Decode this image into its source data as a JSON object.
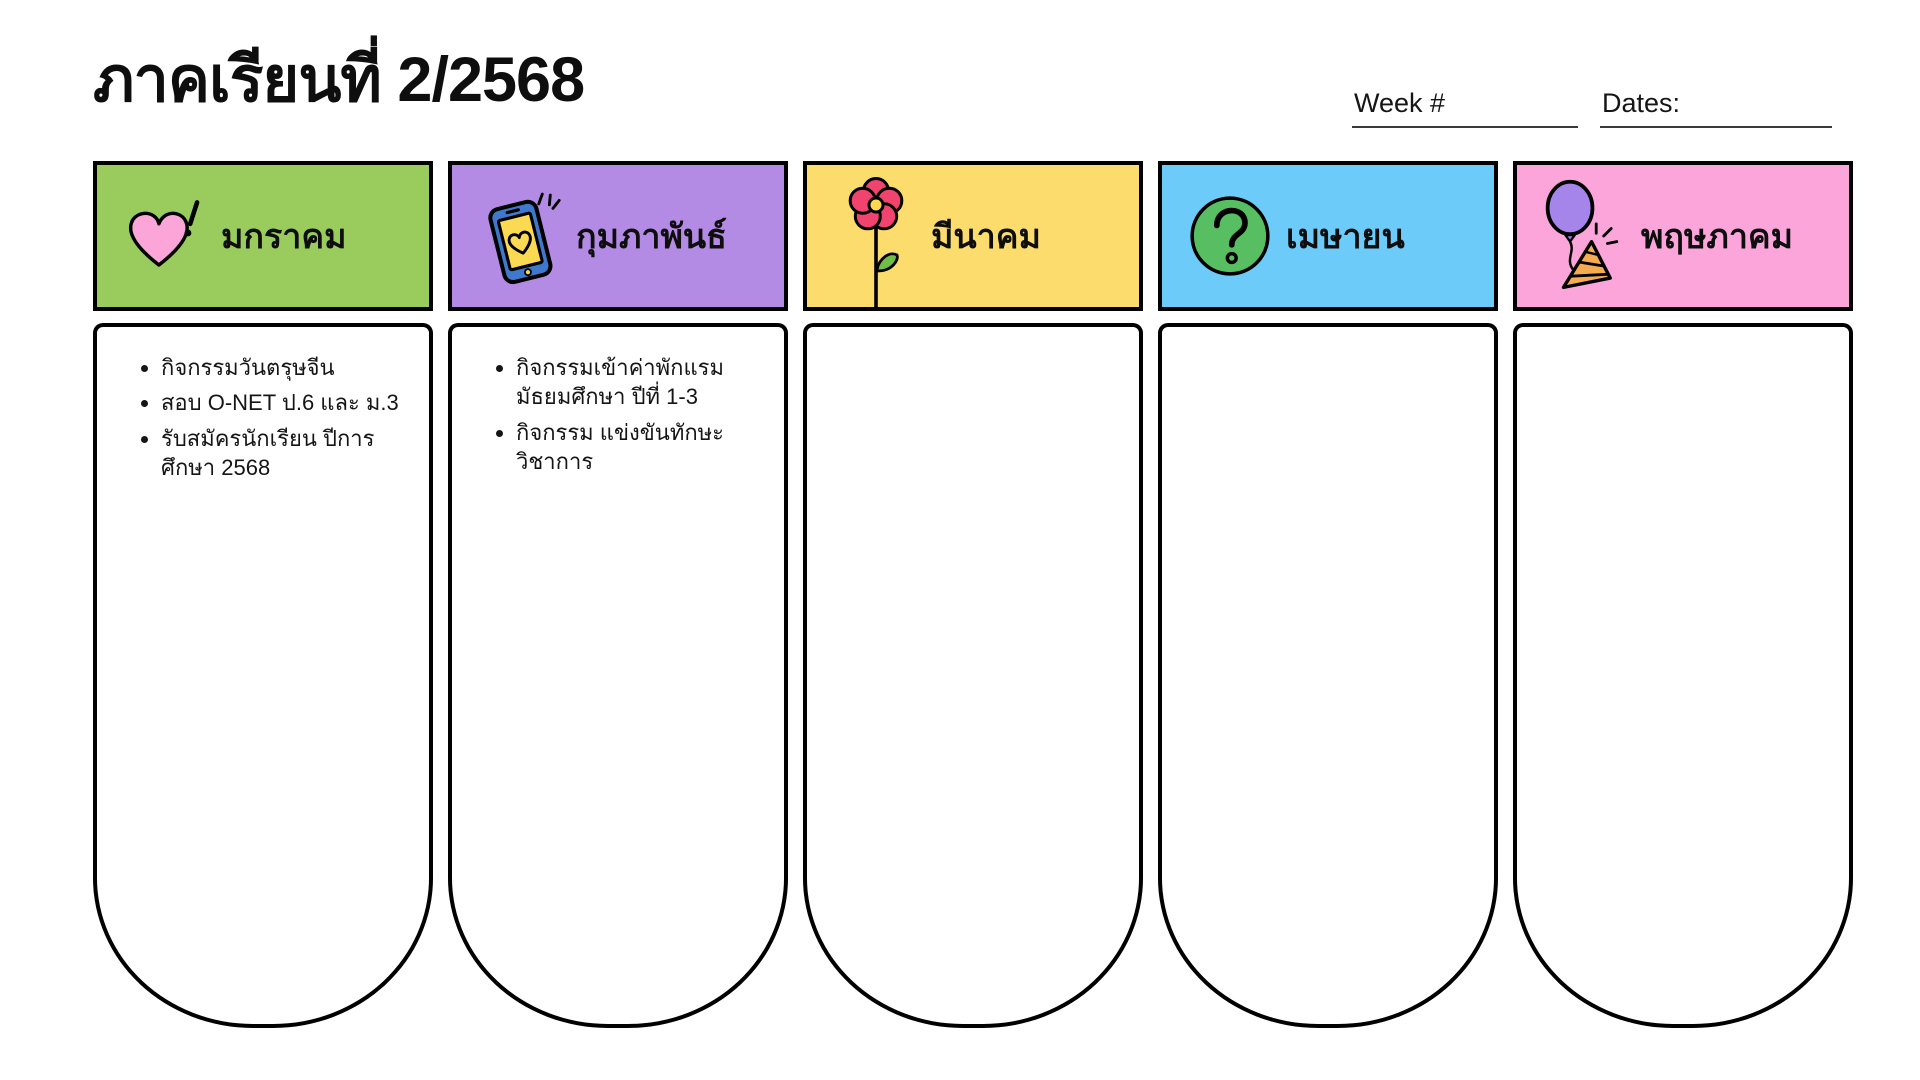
{
  "page": {
    "title": "ภาคเรียนที่ 2/2568",
    "week_label": "Week #",
    "dates_label": "Dates:",
    "background_color": "#ffffff",
    "border_color": "#000000"
  },
  "columns": [
    {
      "month": "มกราคม",
      "icon": "heart-exclamation-icon",
      "header_color": "#99CC5C",
      "items": [
        "กิจกรรมวันตรุษจีน",
        "สอบ O-NET ป.6 และ ม.3",
        "รับสมัครนักเรียน ปีการศึกษา 2568"
      ]
    },
    {
      "month": "กุมภาพันธ์",
      "icon": "phone-heart-icon",
      "header_color": "#B48BE4",
      "items": [
        "กิจกรรมเข้าค่าพักแรม มัธยมศึกษา ปีที่ 1-3",
        "กิจกรรม แข่งขันทักษะวิชาการ"
      ]
    },
    {
      "month": "มีนาคม",
      "icon": "flower-icon",
      "header_color": "#FBDC6C",
      "items": []
    },
    {
      "month": "เมษายน",
      "icon": "question-mark-icon",
      "header_color": "#6CCBF9",
      "items": []
    },
    {
      "month": "พฤษภาคม",
      "icon": "balloon-party-icon",
      "header_color": "#FCA5DB",
      "items": []
    }
  ],
  "icon_colors": {
    "heart_pink": "#FCA5D8",
    "phone_blue": "#3E79CE",
    "phone_screen_yellow": "#FBD952",
    "flower_petal_pink": "#F0446E",
    "flower_center_yellow": "#FFD84F",
    "leaf_green": "#6FBE48",
    "question_circle_green": "#58BE62",
    "balloon_purple": "#A685EA",
    "party_hat_orange": "#F5AB4F"
  }
}
